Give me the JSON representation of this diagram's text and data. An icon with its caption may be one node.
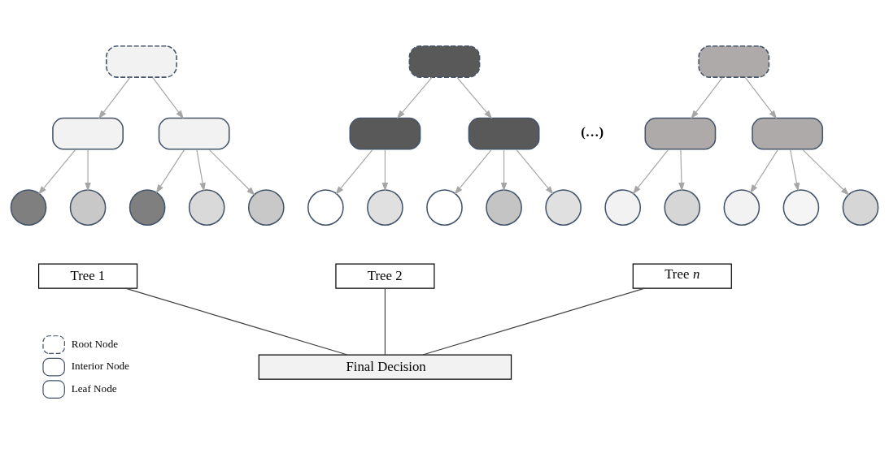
{
  "diagram": {
    "nodes": [
      {
        "text": [],
        "shape": "box"
      },
      {
        "text": [],
        "shape": "box"
      },
      {
        "text": [],
        "shape": "box"
      },
      {
        "text": [],
        "shape": "circle"
      },
      {
        "text": [],
        "shape": "circle"
      },
      {
        "text": [],
        "shape": "circle"
      },
      {
        "text": [],
        "shape": "circle"
      },
      {
        "text": [],
        "shape": "circle"
      },
      {
        "text": [],
        "shape": "box"
      },
      {
        "text": [],
        "shape": "box"
      },
      {
        "text": [],
        "shape": "box"
      },
      {
        "text": [],
        "shape": "circle"
      },
      {
        "text": [],
        "shape": "circle"
      },
      {
        "text": [],
        "shape": "circle"
      },
      {
        "text": [],
        "shape": "circle"
      },
      {
        "text": [],
        "shape": "circle"
      },
      {
        "text": [],
        "shape": "box"
      },
      {
        "text": [],
        "shape": "box"
      },
      {
        "text": [],
        "shape": "box"
      },
      {
        "text": [],
        "shape": "circle"
      },
      {
        "text": [],
        "shape": "circle"
      },
      {
        "text": [],
        "shape": "circle"
      },
      {
        "text": [],
        "shape": "circle"
      },
      {
        "text": [],
        "shape": "circle"
      },
      {
        "text": [
          "Tree 1"
        ]
      },
      {
        "text": [
          "Tree 2"
        ]
      },
      {
        "text": [
          "Tree *n*"
        ]
      },
      {
        "text": [
          "Final Decision"
        ]
      }
    ],
    "edges": [
      {
        "from": 0,
        "to": 1,
        "arrow": "to"
      },
      {
        "from": 0,
        "to": 2,
        "arrow": "to"
      },
      {
        "from": 1,
        "to": 3,
        "arrow": "to"
      },
      {
        "from": 1,
        "to": 4,
        "arrow": "to"
      },
      {
        "from": 2,
        "to": 5,
        "arrow": "to"
      },
      {
        "from": 2,
        "to": 6,
        "arrow": "to"
      },
      {
        "from": 2,
        "to": 7,
        "arrow": "to"
      },
      {
        "from": 8,
        "to": 9,
        "arrow": "to"
      },
      {
        "from": 8,
        "to": 10,
        "arrow": "to"
      },
      {
        "from": 9,
        "to": 11,
        "arrow": "to"
      },
      {
        "from": 9,
        "to": 12,
        "arrow": "to"
      },
      {
        "from": 10,
        "to": 13,
        "arrow": "to"
      },
      {
        "from": 10,
        "to": 14,
        "arrow": "to"
      },
      {
        "from": 10,
        "to": 15,
        "arrow": "to"
      },
      {
        "from": 16,
        "to": 17,
        "arrow": "to"
      },
      {
        "from": 16,
        "to": 18,
        "arrow": "to"
      },
      {
        "from": 17,
        "to": 19,
        "arrow": "to"
      },
      {
        "from": 17,
        "to": 20,
        "arrow": "to"
      },
      {
        "from": 18,
        "to": 21,
        "arrow": "to"
      },
      {
        "from": 18,
        "to": 22,
        "arrow": "to"
      },
      {
        "from": 18,
        "to": 23,
        "arrow": "to"
      },
      {
        "from": 24,
        "to": 27,
        "arrow": "none",
        "color": "#404040"
      },
      {
        "from": 25,
        "to": 27,
        "arrow": "none",
        "color": "#404040"
      },
      {
        "from": 26,
        "to": 27,
        "arrow": "none",
        "color": "#404040"
      }
    ],
    "labels": [
      "(…)"
    ],
    "legend": [
      {
        "text": "Root Node"
      },
      {
        "text": "Interior Node"
      },
      {
        "text": "Leaf Node"
      }
    ]
  }
}
